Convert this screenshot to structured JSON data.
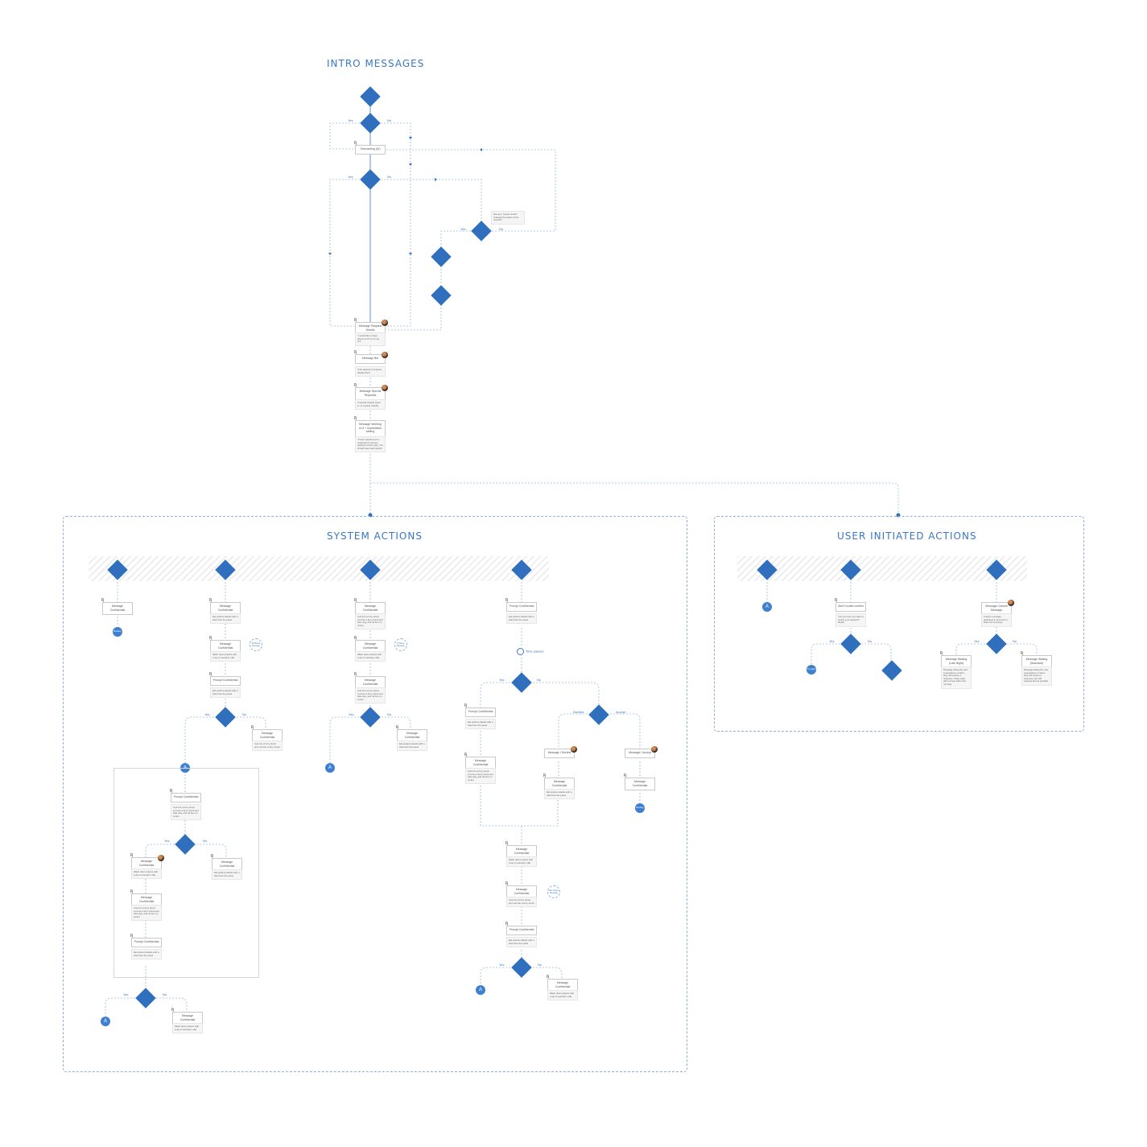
{
  "sections": {
    "intro": "INTRO MESSAGES",
    "system": "SYSTEM ACTIONS",
    "user": "USER INITIATED ACTIONS"
  },
  "colors": {
    "accent": "#2f6fbd",
    "connector": "#9ab8e3",
    "panel_border": "#8fb0de"
  },
  "branch_labels": {
    "yes": "Yes",
    "no": "No",
    "decline": "Decline",
    "accept": "Accept",
    "time_passes": "Time passes",
    "connector_a": "A"
  },
  "intro": {
    "onboarding": "Onboarding (UI)",
    "side_note": "Has any \"system action\" changed the status of the request?",
    "request_details": {
      "title": "Message Request Details",
      "note": "\"I would like to have dinner at XX on 1/1 at 2:3\""
    },
    "bid": {
      "title": "Message Bid",
      "note": "If the agreed on request, display bid $"
    },
    "special_requests": {
      "title": "Message Special Requests",
      "note": "If special request typed in, in request, display"
    },
    "working": {
      "title": "Message Working on it + expectation setting",
      "note": "\"I have reached out to restaurant X and am waiting for their reply. You should hear back quickly\""
    }
  },
  "confidential": {
    "message": "Message Confidential",
    "prompt": "Prompt Confidential",
    "note_a": "Eat prawns islands with a claw then the panel",
    "note_b": "Wash down prawns with a sip of carnation milk",
    "note_c": "Cod into a furry donut cod into a furry donut and hate dog, and rat bun on center",
    "note_d": "Cod into a furry donut and cod into a furry donut"
  },
  "badges": {
    "thirty_min": "30 Minute Message",
    "five_min": "5 Minute Message",
    "ten_min": "10m Unique Message"
  },
  "endpoints": {
    "booking": "Booking",
    "try_again": "Try Again",
    "booked": "Booking Cancel"
  },
  "user": {
    "alert": {
      "title": "Alert Double confirm",
      "note": "\"Are you sure you want to cancel your request?\" Modal"
    },
    "custom": {
      "title": "Message Custom Message",
      "note": "Custom message, dedicated in and sent to Brand at concierge"
    },
    "late_night": {
      "title": "Message Waiting (Late Night)",
      "note": "Message telling the user expectations of when they will receive a response. If late night, will not hear back until morning"
    },
    "standard": {
      "title": "Message Waiting (Standard)",
      "note": "Message telling the user expectations of when they will receive a response. We will respond fast as possible"
    }
  },
  "decline_card": "Message I Decline",
  "accept_card": "Message I Accept"
}
